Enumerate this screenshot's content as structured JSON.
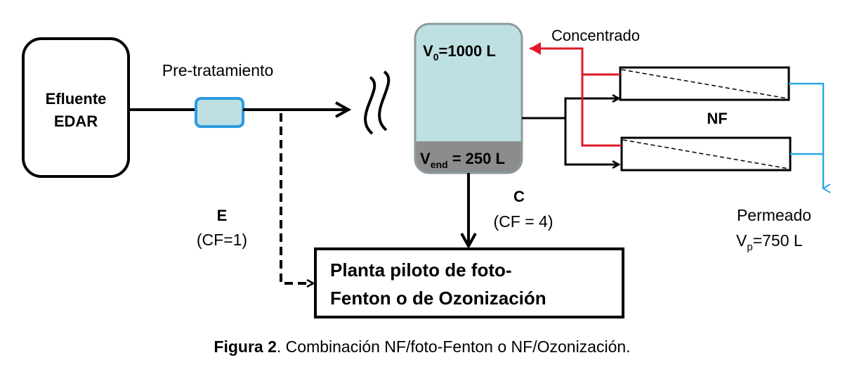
{
  "labels": {
    "source_line1": "Efluente",
    "source_line2": "EDAR",
    "pretreatment": "Pre-tratamiento",
    "tank_v0_prefix": "V",
    "tank_v0_sub": "0",
    "tank_v0_value": "=1000 L",
    "tank_vend_prefix": "V",
    "tank_vend_sub": "end",
    "tank_vend_value": " = 250 L",
    "concentrate": "Concentrado",
    "nf": "NF",
    "permeate": "Permeado",
    "permeate_v_prefix": "V",
    "permeate_v_sub": "p",
    "permeate_v_value": "=750 L",
    "stream_e": "E",
    "stream_e_cf": "(CF=1)",
    "stream_c": "C",
    "stream_c_cf": "(CF = 4)",
    "plant_line1": "Planta piloto de foto-",
    "plant_line2": "Fenton o de  Ozonización",
    "caption_bold": "Figura 2",
    "caption_rest": ". Combinación NF/foto-Fenton o NF/Ozonización."
  },
  "colors": {
    "tank_fill": "#bfe0e2",
    "tank_stroke": "#8a9aa0",
    "tank_bottom": "#8c8c8c",
    "pretreatment_fill": "#bfe0e2",
    "pretreatment_stroke": "#2b9be0",
    "concentrate_line": "#e0182a",
    "permeate_line": "#2aa7e6"
  }
}
